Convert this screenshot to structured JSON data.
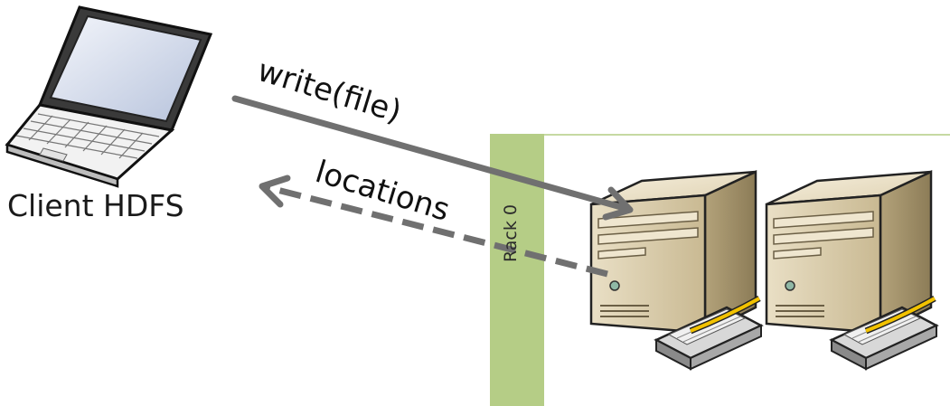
{
  "client": {
    "label": "Client HDFS"
  },
  "write_arrow": {
    "label": "write(file)",
    "color": "#707070"
  },
  "locations_arrow": {
    "label": "locations",
    "color": "#707070"
  },
  "rack": {
    "label": "Rack 0",
    "color": "#b5cd86",
    "border_color": "#c6d9a2"
  },
  "servers": [
    {
      "icon": "server-tower-icon"
    },
    {
      "icon": "server-tower-icon"
    }
  ]
}
